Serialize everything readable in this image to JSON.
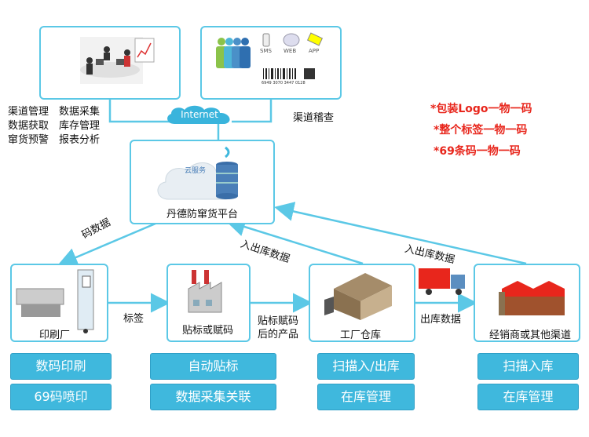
{
  "top_left": {
    "features": [
      "渠道管理",
      "数据采集",
      "数据获取",
      "库存管理",
      "窜货预警",
      "报表分析"
    ]
  },
  "top_right": {
    "tags": [
      "SMS",
      "WEB",
      "APP"
    ],
    "barcode_number": "6949 3070 3447 0128",
    "caption": "渠道稽查"
  },
  "internet_label": "Internet",
  "platform": {
    "cloud_label": "云服务",
    "title": "丹德防窜货平台"
  },
  "features_red": [
    "*包装Logo一物一码",
    "*整个标签一物一码",
    "*69条码一物一码"
  ],
  "edge_labels": {
    "code_data": "码数据",
    "in_out_1": "入出库数据",
    "in_out_2": "入出库数据",
    "label": "标签",
    "labeled_product_l1": "贴标赋码",
    "labeled_product_l2": "后的产品",
    "out_data": "出库数据"
  },
  "nodes": [
    {
      "title": "印刷厂",
      "buttons": [
        "数码印刷",
        "69码喷印"
      ]
    },
    {
      "title": "贴标或赋码",
      "buttons": [
        "自动贴标",
        "数据采集关联"
      ]
    },
    {
      "title": "工厂仓库",
      "buttons": [
        "扫描入/出库",
        "在库管理"
      ]
    },
    {
      "title": "经销商或其他渠道",
      "buttons": [
        "扫描入库",
        "在库管理"
      ]
    }
  ],
  "colors": {
    "border": "#5bc8e6",
    "button": "#3fb8dd",
    "accent_red": "#e8261c",
    "arrow": "#5bc8e6"
  }
}
